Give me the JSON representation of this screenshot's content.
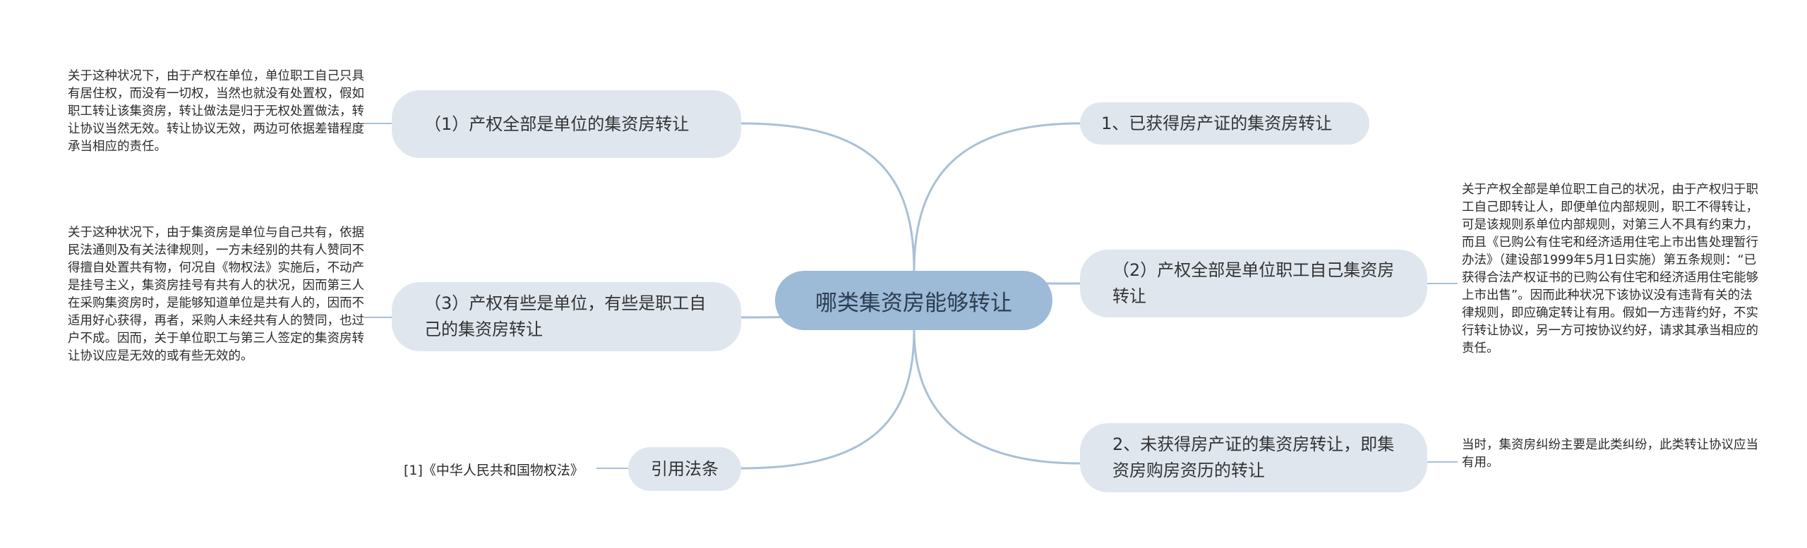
{
  "root": {
    "label": "哪类集资房能够转让"
  },
  "left": {
    "topic1": {
      "label": "（1）产权全部是单位的集资房转让",
      "note": "关于这种状况下，由于产权在单位，单位职工自己只具有居住权，而没有一切权，当然也就没有处置权，假如职工转让该集资房，转让做法是归于无权处置做法，转让协议当然无效。转让协议无效，两边可依据差错程度承当相应的责任。"
    },
    "topic3": {
      "label": "（3）产权有些是单位，有些是职工自己的集资房转让",
      "note": "关于这种状况下，由于集资房是单位与自己共有，依据民法通则及有关法律规则，一方未经别的共有人赞同不得擅自处置共有物，何况自《物权法》实施后，不动产是挂号主义，集资房挂号有共有人的状况，因而第三人在采购集资房时，是能够知道单位是共有人的，因而不适用好心获得，再者，采购人未经共有人的赞同，也过户不成。因而，关于单位职工与第三人签定的集资房转让协议应是无效的或有些无效的。"
    },
    "cite": {
      "label": "引用法条",
      "ref": "[1]《中华人民共和国物权法》"
    }
  },
  "right": {
    "item1": {
      "label": "1、已获得房产证的集资房转让"
    },
    "topic2": {
      "label": "（2）产权全部是单位职工自己集资房转让",
      "note": "关于产权全部是单位职工自己的状况，由于产权归于职工自己即转让人，即便单位内部规则，职工不得转让，可是该规则系单位内部规则，对第三人不具有约束力，而且《已购公有住宅和经济适用住宅上市出售处理暂行办法》（建设部1999年5月1日实施）第五条规则：“已获得合法产权证书的已购公有住宅和经济适用住宅能够上市出售”。因而此种状况下该协议没有违背有关的法律规则，即应确定转让有用。假如一方违背约好，不实行转让协议，另一方可按协议约好，请求其承当相应的责任。"
    },
    "item2": {
      "label": "2、未获得房产证的集资房转让，即集资房购房资历的转让",
      "note": "当时，集资房纠纷主要是此类纠纷，此类转让协议应当有用。"
    }
  },
  "colors": {
    "edge": "#a9c0d6",
    "root_bg": "#9dbad6",
    "topic_bg": "#dfe6ee"
  }
}
